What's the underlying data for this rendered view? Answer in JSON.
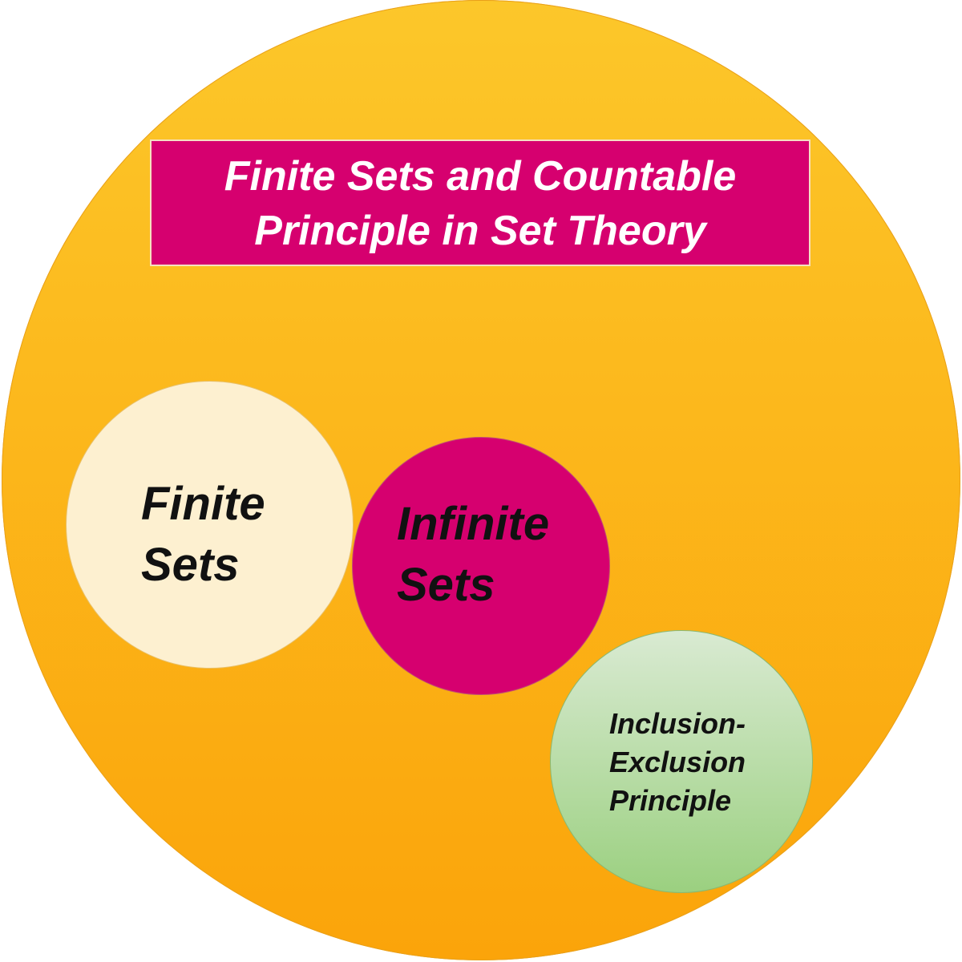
{
  "title": {
    "line1": "Finite Sets and Countable",
    "line2": "Principle in Set Theory"
  },
  "circles": {
    "finite": {
      "line1": "Finite",
      "line2": "Sets"
    },
    "infinite": {
      "line1": "Infinite",
      "line2": "Sets"
    },
    "inclusion": {
      "line1": "Inclusion-",
      "line2": "Exclusion",
      "line3": "Principle"
    }
  },
  "colors": {
    "outer": "#fbb41a",
    "magenta": "#d6006f",
    "cream": "#fdf0d0",
    "green": "#b5dc9e"
  }
}
